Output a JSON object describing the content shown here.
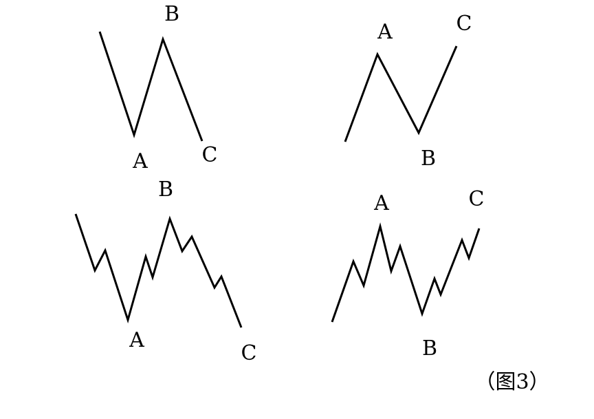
{
  "panels": [
    {
      "id": "top-left",
      "labels": {
        "a": "A",
        "b": "B",
        "c": "C"
      }
    },
    {
      "id": "top-right",
      "labels": {
        "a": "A",
        "b": "B",
        "c": "C"
      }
    },
    {
      "id": "bottom-left",
      "labels": {
        "a": "A",
        "b": "B",
        "c": "C"
      }
    },
    {
      "id": "bottom-right",
      "labels": {
        "a": "A",
        "b": "B",
        "c": "C"
      }
    }
  ],
  "caption": "（图3）"
}
